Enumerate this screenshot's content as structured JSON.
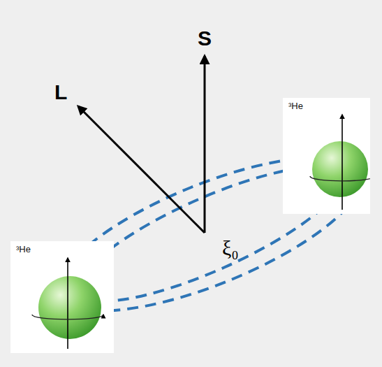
{
  "diagram": {
    "nodes": [
      {
        "text": [
          "³He"
        ]
      },
      {
        "text": [
          "³He"
        ]
      }
    ],
    "labels": [
      "S",
      "L",
      "ξ₀"
    ]
  }
}
